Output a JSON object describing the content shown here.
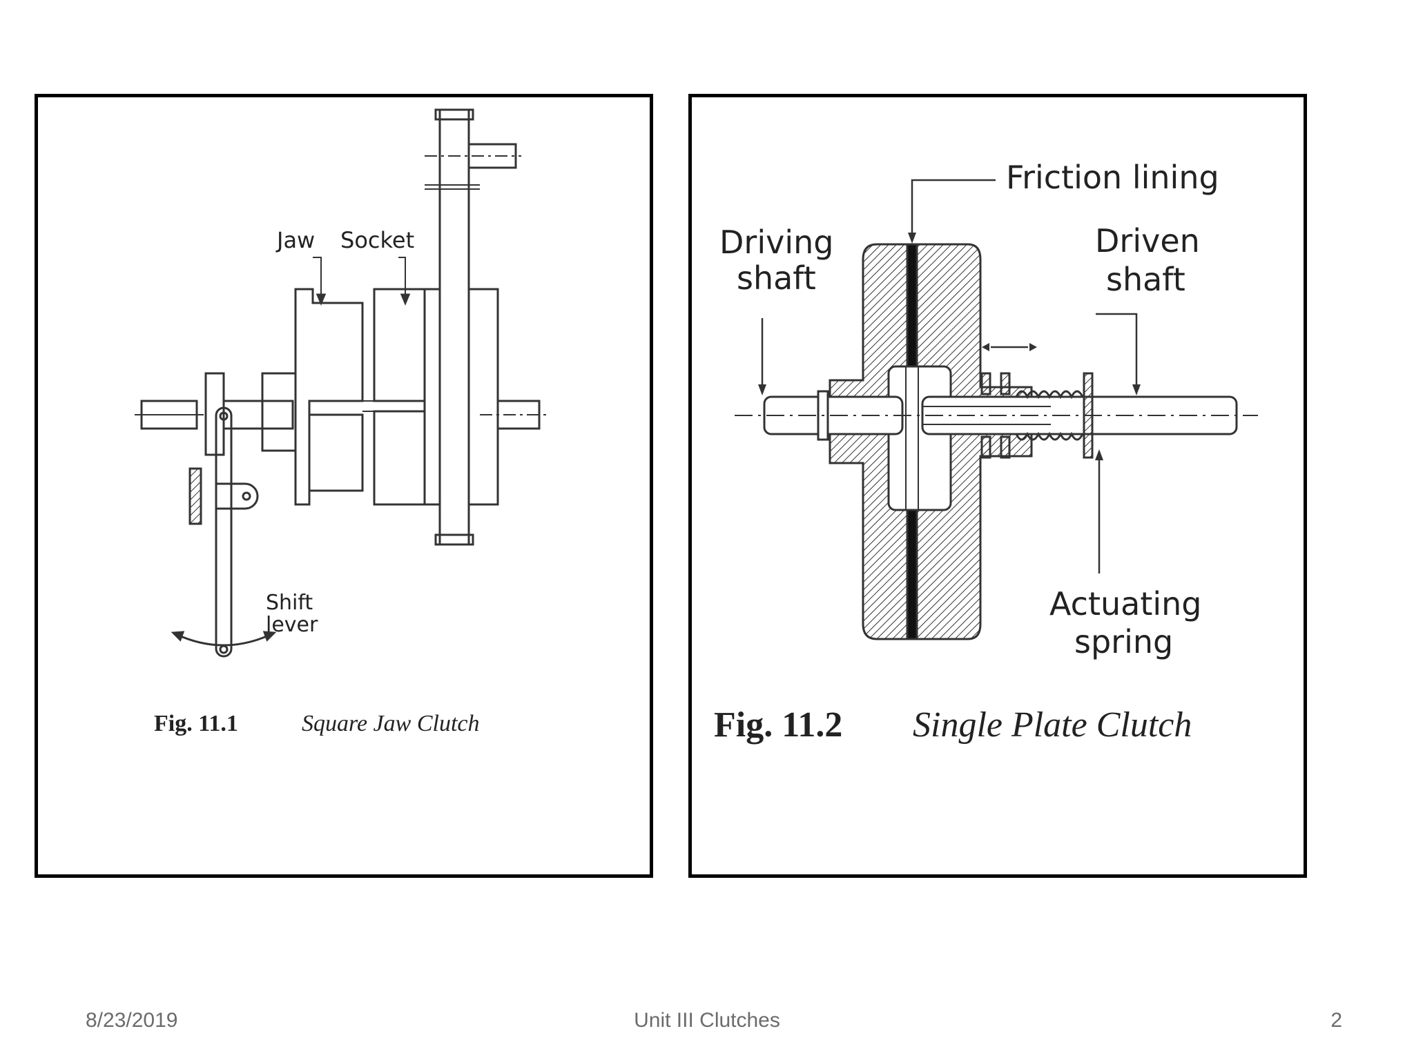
{
  "figure_left": {
    "labels": {
      "jaw": "Jaw",
      "socket": "Socket",
      "shift_lever_line1": "Shift",
      "shift_lever_line2": "lever"
    },
    "caption": {
      "number": "Fig. 11.1",
      "text": "Square Jaw Clutch"
    }
  },
  "figure_right": {
    "labels": {
      "friction_lining": "Friction lining",
      "driving_shaft_line1": "Driving",
      "driving_shaft_line2": "shaft",
      "driven_shaft_line1": "Driven",
      "driven_shaft_line2": "shaft",
      "actuating_spring_line1": "Actuating",
      "actuating_spring_line2": "spring"
    },
    "caption": {
      "number": "Fig. 11.2",
      "text": "Single Plate Clutch"
    }
  },
  "footer": {
    "date": "8/23/2019",
    "title": "Unit III Clutches",
    "page": "2"
  }
}
